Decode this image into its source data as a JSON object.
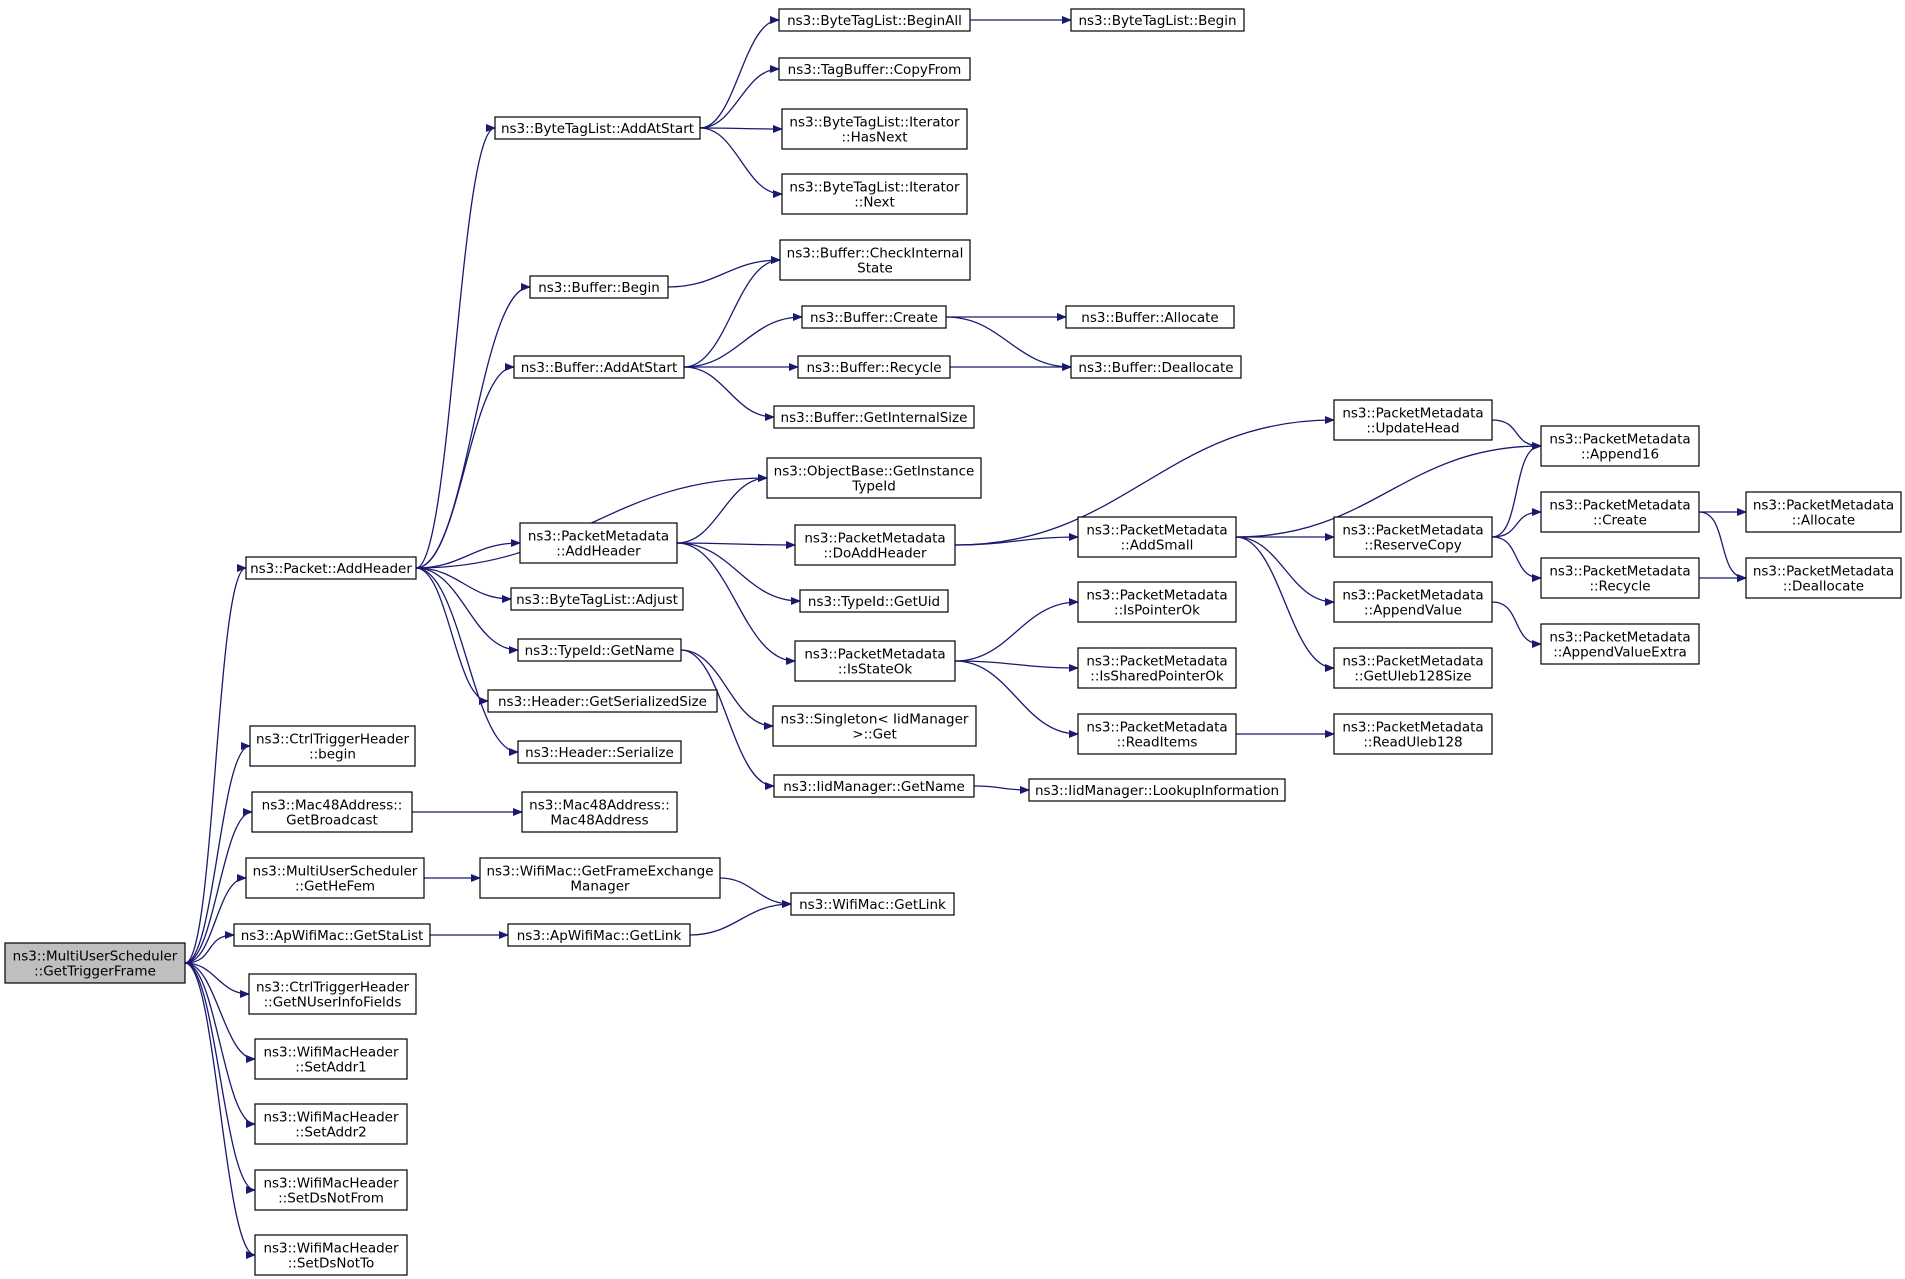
{
  "colors": {
    "edge": "#191970",
    "node_fill": "#ffffff",
    "root_fill": "#bfbfbf",
    "node_border": "#000000",
    "text": "#000000"
  },
  "nodes": {
    "root": [
      "ns3::MultiUserScheduler",
      "::GetTriggerFrame"
    ],
    "pkt_addheader": [
      "ns3::Packet::AddHeader"
    ],
    "ctrl_begin": [
      "ns3::CtrlTriggerHeader",
      "::begin"
    ],
    "mac48_getbroadcast": [
      "ns3::Mac48Address::",
      "GetBroadcast"
    ],
    "mus_gethefem": [
      "ns3::MultiUserScheduler",
      "::GetHeFem"
    ],
    "ap_getstalist": [
      "ns3::ApWifiMac::GetStaList"
    ],
    "ctrl_getnuserinfo": [
      "ns3::CtrlTriggerHeader",
      "::GetNUserInfoFields"
    ],
    "wmh_setaddr1": [
      "ns3::WifiMacHeader",
      "::SetAddr1"
    ],
    "wmh_setaddr2": [
      "ns3::WifiMacHeader",
      "::SetAddr2"
    ],
    "wmh_setdsnotfrom": [
      "ns3::WifiMacHeader",
      "::SetDsNotFrom"
    ],
    "wmh_setdsnotto": [
      "ns3::WifiMacHeader",
      "::SetDsNotTo"
    ],
    "btl_addatstart": [
      "ns3::ByteTagList::AddAtStart"
    ],
    "buf_begin": [
      "ns3::Buffer::Begin"
    ],
    "buf_addatstart": [
      "ns3::Buffer::AddAtStart"
    ],
    "pm_addheader": [
      "ns3::PacketMetadata",
      "::AddHeader"
    ],
    "btl_adjust": [
      "ns3::ByteTagList::Adjust"
    ],
    "typeid_getname": [
      "ns3::TypeId::GetName"
    ],
    "hdr_getserializedsize": [
      "ns3::Header::GetSerializedSize"
    ],
    "hdr_serialize": [
      "ns3::Header::Serialize"
    ],
    "mac48_ctor": [
      "ns3::Mac48Address::",
      "Mac48Address"
    ],
    "wm_getfem": [
      "ns3::WifiMac::GetFrameExchange",
      "Manager"
    ],
    "ap_getlink": [
      "ns3::ApWifiMac::GetLink"
    ],
    "btl_beginall": [
      "ns3::ByteTagList::BeginAll"
    ],
    "tb_copyfrom": [
      "ns3::TagBuffer::CopyFrom"
    ],
    "btl_it_hasnext": [
      "ns3::ByteTagList::Iterator",
      "::HasNext"
    ],
    "btl_it_next": [
      "ns3::ByteTagList::Iterator",
      "::Next"
    ],
    "buf_checkinternal": [
      "ns3::Buffer::CheckInternal",
      "State"
    ],
    "buf_create": [
      "ns3::Buffer::Create"
    ],
    "buf_recycle": [
      "ns3::Buffer::Recycle"
    ],
    "buf_getinternalsize": [
      "ns3::Buffer::GetInternalSize"
    ],
    "ob_getinstancetypeid": [
      "ns3::ObjectBase::GetInstance",
      "TypeId"
    ],
    "pm_doaddheader": [
      "ns3::PacketMetadata",
      "::DoAddHeader"
    ],
    "typeid_getuid": [
      "ns3::TypeId::GetUid"
    ],
    "pm_isstateok": [
      "ns3::PacketMetadata",
      "::IsStateOk"
    ],
    "singleton_get": [
      "ns3::Singleton< IidManager",
      " >::Get"
    ],
    "iid_getname": [
      "ns3::IidManager::GetName"
    ],
    "wm_getlink": [
      "ns3::WifiMac::GetLink"
    ],
    "btl_begin": [
      "ns3::ByteTagList::Begin"
    ],
    "buf_allocate": [
      "ns3::Buffer::Allocate"
    ],
    "buf_deallocate": [
      "ns3::Buffer::Deallocate"
    ],
    "pm_addsmall": [
      "ns3::PacketMetadata",
      "::AddSmall"
    ],
    "pm_ispointerok": [
      "ns3::PacketMetadata",
      "::IsPointerOk"
    ],
    "pm_issharedpointerok": [
      "ns3::PacketMetadata",
      "::IsSharedPointerOk"
    ],
    "pm_readitems": [
      "ns3::PacketMetadata",
      "::ReadItems"
    ],
    "iid_lookupinfo": [
      "ns3::IidManager::LookupInformation"
    ],
    "pm_updatehead": [
      "ns3::PacketMetadata",
      "::UpdateHead"
    ],
    "pm_reservecopy": [
      "ns3::PacketMetadata",
      "::ReserveCopy"
    ],
    "pm_appendvalue": [
      "ns3::PacketMetadata",
      "::AppendValue"
    ],
    "pm_getuleb128size": [
      "ns3::PacketMetadata",
      "::GetUleb128Size"
    ],
    "pm_readuleb128": [
      "ns3::PacketMetadata",
      "::ReadUleb128"
    ],
    "pm_append16": [
      "ns3::PacketMetadata",
      "::Append16"
    ],
    "pm_create": [
      "ns3::PacketMetadata",
      "::Create"
    ],
    "pm_recycle": [
      "ns3::PacketMetadata",
      "::Recycle"
    ],
    "pm_appendvalueextra": [
      "ns3::PacketMetadata",
      "::AppendValueExtra"
    ],
    "pm_allocate": [
      "ns3::PacketMetadata",
      "::Allocate"
    ],
    "pm_deallocate": [
      "ns3::PacketMetadata",
      "::Deallocate"
    ]
  },
  "edges": [
    [
      "root",
      "pkt_addheader"
    ],
    [
      "root",
      "ctrl_begin"
    ],
    [
      "root",
      "mac48_getbroadcast"
    ],
    [
      "root",
      "mus_gethefem"
    ],
    [
      "root",
      "ap_getstalist"
    ],
    [
      "root",
      "ctrl_getnuserinfo"
    ],
    [
      "root",
      "wmh_setaddr1"
    ],
    [
      "root",
      "wmh_setaddr2"
    ],
    [
      "root",
      "wmh_setdsnotfrom"
    ],
    [
      "root",
      "wmh_setdsnotto"
    ],
    [
      "pkt_addheader",
      "btl_addatstart"
    ],
    [
      "pkt_addheader",
      "buf_begin"
    ],
    [
      "pkt_addheader",
      "buf_addatstart"
    ],
    [
      "pkt_addheader",
      "ob_getinstancetypeid"
    ],
    [
      "pkt_addheader",
      "pm_addheader"
    ],
    [
      "pkt_addheader",
      "btl_adjust"
    ],
    [
      "pkt_addheader",
      "typeid_getname"
    ],
    [
      "pkt_addheader",
      "hdr_getserializedsize"
    ],
    [
      "pkt_addheader",
      "hdr_serialize"
    ],
    [
      "mac48_getbroadcast",
      "mac48_ctor"
    ],
    [
      "mus_gethefem",
      "wm_getfem"
    ],
    [
      "ap_getstalist",
      "ap_getlink"
    ],
    [
      "btl_addatstart",
      "btl_beginall"
    ],
    [
      "btl_addatstart",
      "tb_copyfrom"
    ],
    [
      "btl_addatstart",
      "btl_it_hasnext"
    ],
    [
      "btl_addatstart",
      "btl_it_next"
    ],
    [
      "buf_begin",
      "buf_checkinternal"
    ],
    [
      "buf_addatstart",
      "buf_checkinternal"
    ],
    [
      "buf_addatstart",
      "buf_create"
    ],
    [
      "buf_addatstart",
      "buf_recycle"
    ],
    [
      "buf_addatstart",
      "buf_getinternalsize"
    ],
    [
      "pm_addheader",
      "ob_getinstancetypeid"
    ],
    [
      "pm_addheader",
      "pm_doaddheader"
    ],
    [
      "pm_addheader",
      "typeid_getuid"
    ],
    [
      "pm_addheader",
      "pm_isstateok"
    ],
    [
      "typeid_getname",
      "singleton_get"
    ],
    [
      "typeid_getname",
      "iid_getname"
    ],
    [
      "wm_getfem",
      "wm_getlink"
    ],
    [
      "ap_getlink",
      "wm_getlink"
    ],
    [
      "btl_beginall",
      "btl_begin"
    ],
    [
      "buf_create",
      "buf_allocate"
    ],
    [
      "buf_create",
      "buf_deallocate"
    ],
    [
      "buf_recycle",
      "buf_deallocate"
    ],
    [
      "pm_doaddheader",
      "pm_updatehead"
    ],
    [
      "pm_doaddheader",
      "pm_addsmall"
    ],
    [
      "pm_isstateok",
      "pm_ispointerok"
    ],
    [
      "pm_isstateok",
      "pm_issharedpointerok"
    ],
    [
      "pm_isstateok",
      "pm_readitems"
    ],
    [
      "iid_getname",
      "iid_lookupinfo"
    ],
    [
      "pm_addsmall",
      "pm_append16"
    ],
    [
      "pm_addsmall",
      "pm_reservecopy"
    ],
    [
      "pm_addsmall",
      "pm_appendvalue"
    ],
    [
      "pm_addsmall",
      "pm_getuleb128size"
    ],
    [
      "pm_readitems",
      "pm_readuleb128"
    ],
    [
      "pm_updatehead",
      "pm_append16"
    ],
    [
      "pm_reservecopy",
      "pm_append16"
    ],
    [
      "pm_reservecopy",
      "pm_create"
    ],
    [
      "pm_reservecopy",
      "pm_recycle"
    ],
    [
      "pm_appendvalue",
      "pm_appendvalueextra"
    ],
    [
      "pm_create",
      "pm_allocate"
    ],
    [
      "pm_create",
      "pm_deallocate"
    ],
    [
      "pm_recycle",
      "pm_deallocate"
    ]
  ]
}
